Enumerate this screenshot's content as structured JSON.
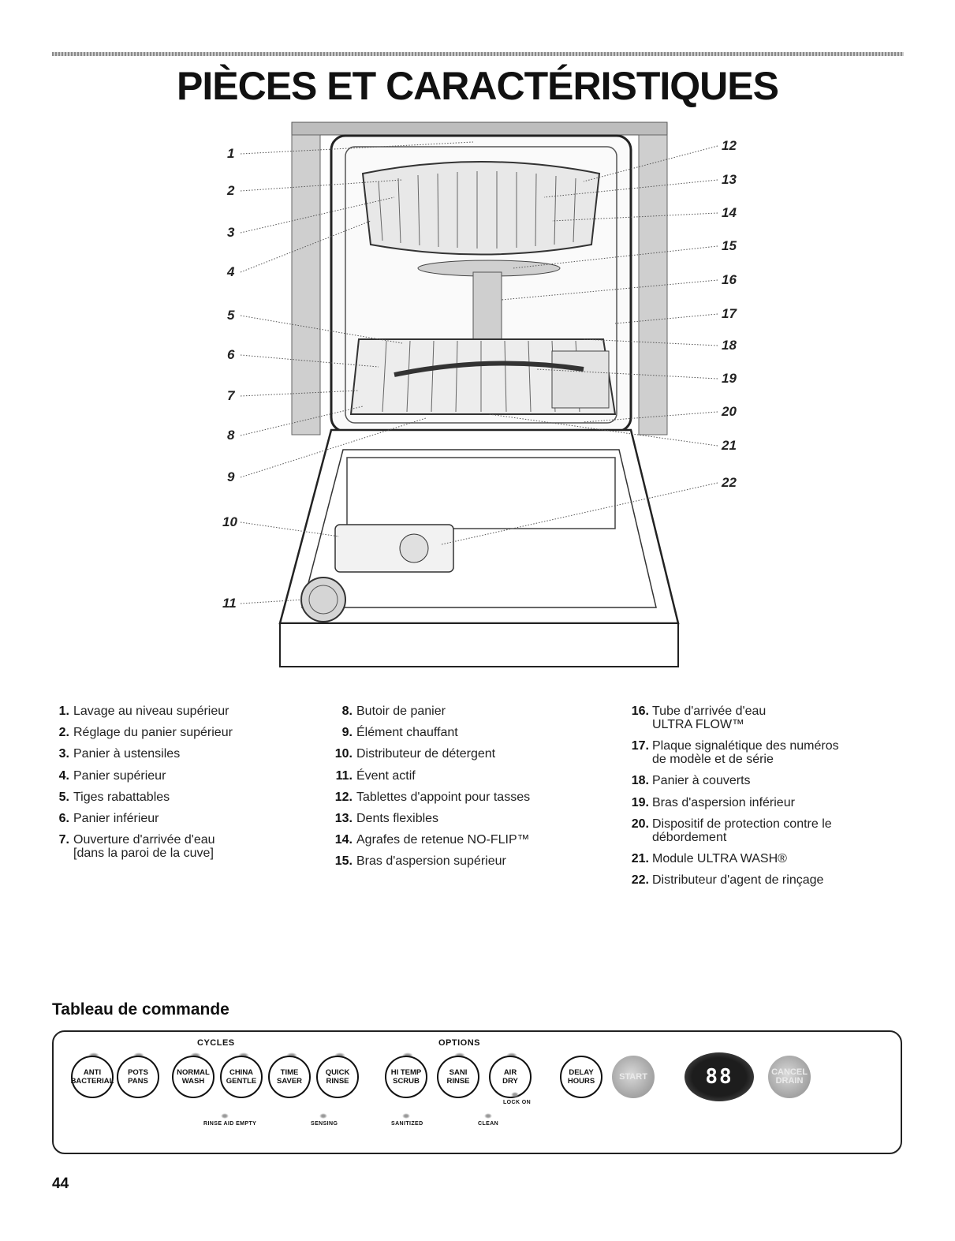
{
  "title": "PIÈCES ET CARACTÉRISTIQUES",
  "callouts": [
    "1",
    "2",
    "3",
    "4",
    "5",
    "6",
    "7",
    "8",
    "9",
    "10",
    "11",
    "12",
    "13",
    "14",
    "15",
    "16",
    "17",
    "18",
    "19",
    "20",
    "21",
    "22"
  ],
  "parts": [
    {
      "num": "1.",
      "text": "Lavage au niveau supérieur"
    },
    {
      "num": "2.",
      "text": "Réglage du panier supérieur"
    },
    {
      "num": "3.",
      "text": "Panier à ustensiles"
    },
    {
      "num": "4.",
      "text": "Panier supérieur"
    },
    {
      "num": "5.",
      "text": "Tiges rabattables"
    },
    {
      "num": "6.",
      "text": "Panier inférieur"
    },
    {
      "num": "7.",
      "text": "Ouverture d'arrivée d'eau\n[dans la paroi de la cuve]"
    },
    {
      "num": "8.",
      "text": "Butoir de panier"
    },
    {
      "num": "9.",
      "text": "Élément chauffant"
    },
    {
      "num": "10.",
      "text": "Distributeur de détergent"
    },
    {
      "num": "11.",
      "text": "Évent actif"
    },
    {
      "num": "12.",
      "text": "Tablettes d'appoint pour tasses"
    },
    {
      "num": "13.",
      "text": "Dents flexibles"
    },
    {
      "num": "14.",
      "text": "Agrafes de retenue NO-FLIP™"
    },
    {
      "num": "15.",
      "text": "Bras d'aspersion supérieur"
    },
    {
      "num": "16.",
      "text": "Tube d'arrivée d'eau\nULTRA FLOW™"
    },
    {
      "num": "17.",
      "text": "Plaque signalétique des numéros\nde modèle et de série"
    },
    {
      "num": "18.",
      "text": "Panier à couverts"
    },
    {
      "num": "19.",
      "text": "Bras d'aspersion inférieur"
    },
    {
      "num": "20.",
      "text": "Dispositif de protection contre le\ndébordement"
    },
    {
      "num": "21.",
      "text": "Module ULTRA WASH®"
    },
    {
      "num": "22.",
      "text": "Distributeur d'agent de rinçage"
    }
  ],
  "control_panel": {
    "heading": "Tableau de commande",
    "cycles_label": "CYCLES",
    "options_label": "OPTIONS",
    "cycle_buttons": [
      "ANTI\nBACTERIAL",
      "POTS\nPANS",
      "NORMAL\nWASH",
      "CHINA\nGENTLE",
      "TIME\nSAVER",
      "QUICK\nRINSE"
    ],
    "option_buttons": [
      "HI TEMP\nSCRUB",
      "SANI\nRINSE",
      "AIR\nDRY"
    ],
    "lock_on": "LOCK ON",
    "delay_button": "DELAY\nHOURS",
    "start_button": "START",
    "display": "88",
    "cancel_button": "CANCEL\nDRAIN",
    "indicators": [
      "RINSE AID EMPTY",
      "SENSING",
      "SANITIZED",
      "CLEAN"
    ]
  },
  "page_number": "44"
}
